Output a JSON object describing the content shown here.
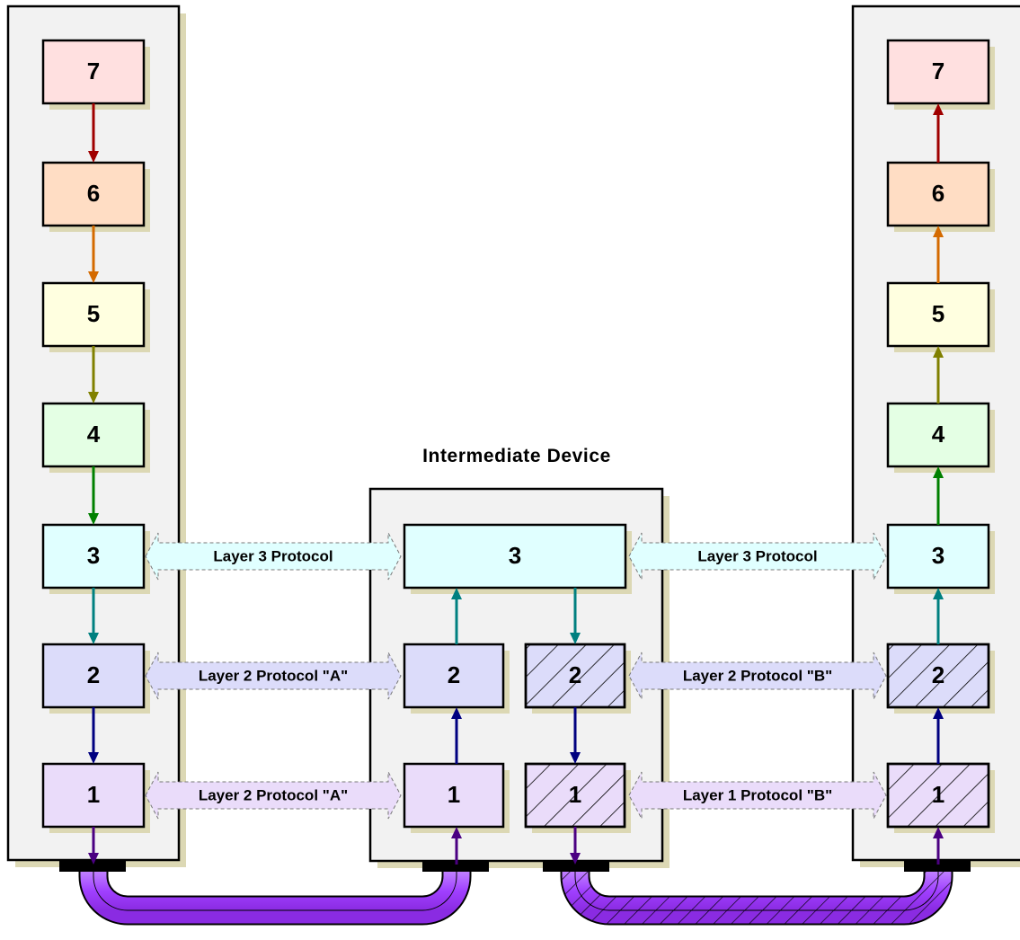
{
  "title": "Intermediate Device",
  "layers": {
    "l7": "7",
    "l6": "6",
    "l5": "5",
    "l4": "4",
    "l3": "3",
    "l2": "2",
    "l1": "1"
  },
  "protocols": {
    "left_l3": "Layer 3 Protocol",
    "left_l2": "Layer 2 Protocol \"A\"",
    "left_l1": "Layer 2 Protocol \"A\"",
    "right_l3": "Layer 3 Protocol",
    "right_l2": "Layer 2 Protocol \"B\"",
    "right_l1": "Layer 1 Protocol \"B\""
  },
  "colors": {
    "l7": "#FFE0E0",
    "l6": "#FFDDC4",
    "l5": "#FFFFE0",
    "l4": "#E4FFE4",
    "l3": "#E0FFFF",
    "l2": "#DCDCFA",
    "l1": "#EADCFA",
    "cable": "#9B30FF",
    "panel": "#F2F2F2",
    "shadow": "#DCD8B4"
  }
}
